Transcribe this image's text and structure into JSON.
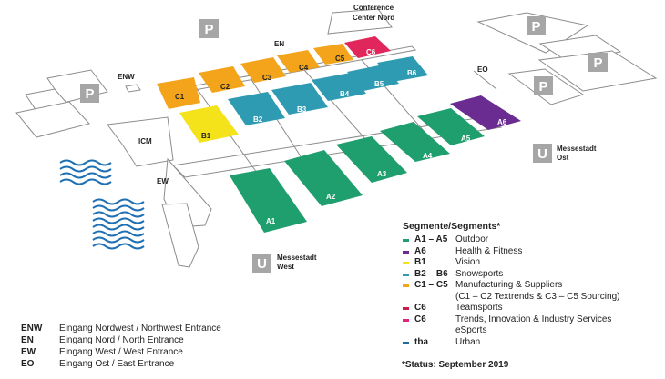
{
  "colors": {
    "outdoor": "#1f9e6e",
    "health": "#6b2c91",
    "vision": "#f4e21b",
    "snowsports": "#2f9bb2",
    "manufacturing": "#f3a41b",
    "teamsports": "#c81e4a",
    "trends": "#e0267a",
    "urban": "#1f6e99",
    "parking": "#a6a6a6"
  },
  "map": {
    "conference_label_1": "Conference",
    "conference_label_2": "Center Nord",
    "parking_symbol": "P",
    "ubahn_symbol": "U",
    "entrance_labels": {
      "enw": "ENW",
      "en": "EN",
      "ew": "EW",
      "eo": "EO"
    },
    "icm_label": "ICM",
    "messestadt_ost_1": "Messestadt",
    "messestadt_ost_2": "Ost",
    "messestadt_west_1": "Messestadt",
    "messestadt_west_2": "West",
    "halls": {
      "a1": "A1",
      "a2": "A2",
      "a3": "A3",
      "a4": "A4",
      "a5": "A5",
      "a6": "A6",
      "b1": "B1",
      "b2": "B2",
      "b3": "B3",
      "b4": "B4",
      "b5": "B5",
      "b6": "B6",
      "c1": "C1",
      "c2": "C2",
      "c3": "C3",
      "c4": "C4",
      "c5": "C5",
      "c6": "C6"
    }
  },
  "legend": {
    "title": "Segmente/Segments*",
    "rows": [
      {
        "code": "A1 – A5",
        "label": "Outdoor",
        "color": "#1f9e6e"
      },
      {
        "code": "A6",
        "label": "Health & Fitness",
        "color": "#6b2c91"
      },
      {
        "code": "B1",
        "label": "Vision",
        "color": "#f4e21b"
      },
      {
        "code": "B2 – B6",
        "label": "Snowsports",
        "color": "#2f9bb2"
      },
      {
        "code": "C1 – C5",
        "label": "Manufacturing & Suppliers",
        "color": "#f3a41b"
      },
      {
        "code": "C6",
        "label": "Teamsports",
        "color": "#c81e4a"
      },
      {
        "code": "C6",
        "label": "Trends, Innovation & Industry Services",
        "color": "#e0267a"
      },
      {
        "code": "tba",
        "label": "Urban",
        "color": "#1f6e99"
      }
    ],
    "manufacturing_sub": "(C1 – C2 Textrends & C3 – C5 Sourcing)",
    "trends_sub": "eSports"
  },
  "entrances": [
    {
      "code": "ENW",
      "label": "Eingang Nordwest / Northwest Entrance"
    },
    {
      "code": "EN",
      "label": "Eingang Nord / North Entrance"
    },
    {
      "code": "EW",
      "label": "Eingang West / West Entrance"
    },
    {
      "code": "EO",
      "label": "Eingang Ost / East Entrance"
    }
  ],
  "status": "*Status: September 2019"
}
